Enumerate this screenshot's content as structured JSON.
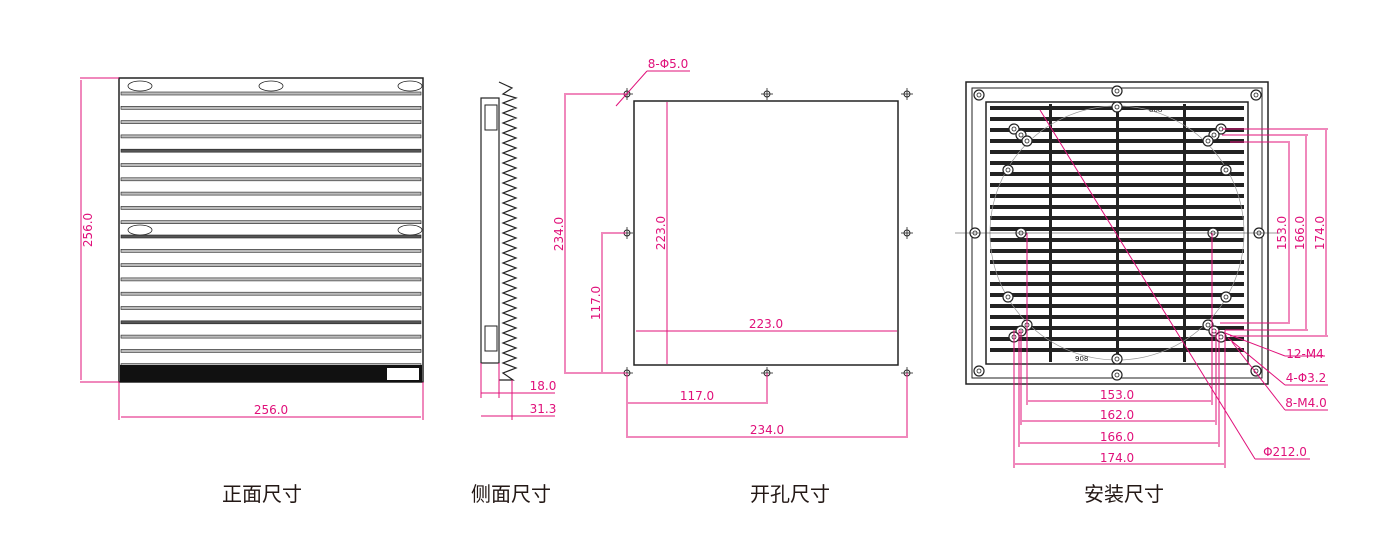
{
  "colors": {
    "dimension": "#e0107a",
    "outline": "#222222",
    "caption": "#231815"
  },
  "views": {
    "front": {
      "caption": "正面尺寸",
      "width": "256.0",
      "height": "256.0"
    },
    "side": {
      "caption": "侧面尺寸",
      "depth_inner": "18.0",
      "depth_total": "31.3"
    },
    "cutout": {
      "caption": "开孔尺寸",
      "holes": "8-Φ5.0",
      "hole_span_v": "234.0",
      "hole_half_v": "117.0",
      "opening_v": "223.0",
      "opening_h": "223.0",
      "hole_half_h": "117.0",
      "hole_span_h": "234.0"
    },
    "install": {
      "caption": "安装尺寸",
      "mark_top": "808",
      "mark_bottom": "908",
      "v_dims": [
        "153.0",
        "166.0",
        "174.0"
      ],
      "h_dims": [
        "153.0",
        "162.0",
        "166.0",
        "174.0"
      ],
      "callouts": [
        "12-M4",
        "4-Φ3.2",
        "8-M4.0",
        "Φ212.0"
      ]
    }
  }
}
